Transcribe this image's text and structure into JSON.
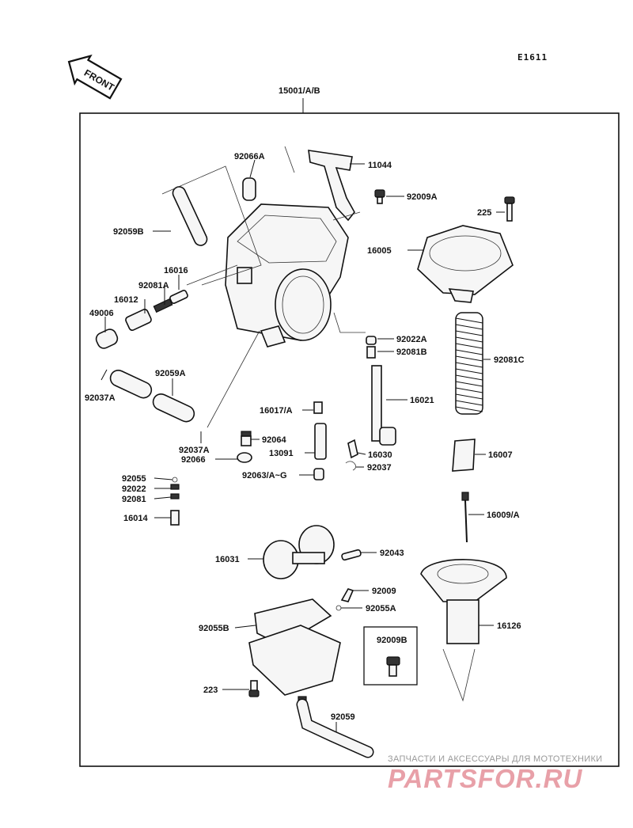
{
  "header": {
    "diagram_code": "E1611",
    "front_label": "FRONT",
    "assembly_label": "15001/A/B"
  },
  "callouts": [
    {
      "id": "11044",
      "text": "11044"
    },
    {
      "id": "92066A",
      "text": "92066A"
    },
    {
      "id": "92009A",
      "text": "92009A"
    },
    {
      "id": "225",
      "text": "225"
    },
    {
      "id": "92059B",
      "text": "92059B"
    },
    {
      "id": "16005",
      "text": "16005"
    },
    {
      "id": "16016",
      "text": "16016"
    },
    {
      "id": "92081A",
      "text": "92081A"
    },
    {
      "id": "16012",
      "text": "16012"
    },
    {
      "id": "49006",
      "text": "49006"
    },
    {
      "id": "92022A",
      "text": "92022A"
    },
    {
      "id": "92081B",
      "text": "92081B"
    },
    {
      "id": "92081C",
      "text": "92081C"
    },
    {
      "id": "92059A",
      "text": "92059A"
    },
    {
      "id": "92037A-1",
      "text": "92037A"
    },
    {
      "id": "16021",
      "text": "16021"
    },
    {
      "id": "16017A",
      "text": "16017/A"
    },
    {
      "id": "92064",
      "text": "92064"
    },
    {
      "id": "92037A-2",
      "text": "92037A"
    },
    {
      "id": "13091",
      "text": "13091"
    },
    {
      "id": "92066",
      "text": "92066"
    },
    {
      "id": "16030",
      "text": "16030"
    },
    {
      "id": "16007",
      "text": "16007"
    },
    {
      "id": "92037",
      "text": "92037"
    },
    {
      "id": "92063",
      "text": "92063/A~G"
    },
    {
      "id": "92055",
      "text": "92055"
    },
    {
      "id": "92022",
      "text": "92022"
    },
    {
      "id": "92081",
      "text": "92081"
    },
    {
      "id": "16014",
      "text": "16014"
    },
    {
      "id": "16009A",
      "text": "16009/A"
    },
    {
      "id": "16031",
      "text": "16031"
    },
    {
      "id": "92043",
      "text": "92043"
    },
    {
      "id": "92009",
      "text": "92009"
    },
    {
      "id": "92055A",
      "text": "92055A"
    },
    {
      "id": "92055B",
      "text": "92055B"
    },
    {
      "id": "92009B",
      "text": "92009B"
    },
    {
      "id": "16126",
      "text": "16126"
    },
    {
      "id": "223",
      "text": "223"
    },
    {
      "id": "92059",
      "text": "92059"
    }
  ],
  "watermark": {
    "tagline": "ЗАПЧАСТИ И АКСЕССУАРЫ ДЛЯ МОТОТЕХНИКИ",
    "brand": "PARTSFOR.RU",
    "brand_color": "#e8a0a8"
  }
}
